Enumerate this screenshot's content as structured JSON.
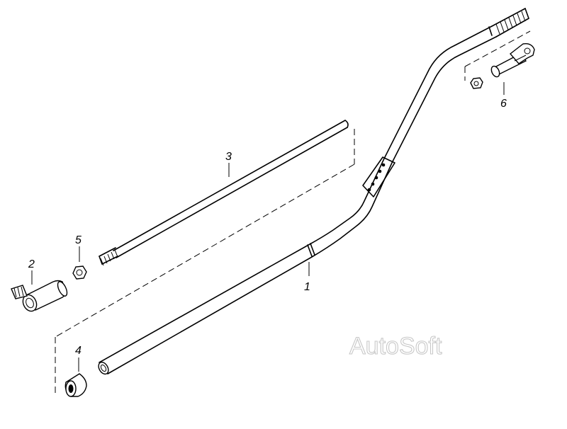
{
  "labels": {
    "p1": "1",
    "p2": "2",
    "p3": "3",
    "p4": "4",
    "p5": "5",
    "p6": "6"
  },
  "watermark": "AutoSoft"
}
